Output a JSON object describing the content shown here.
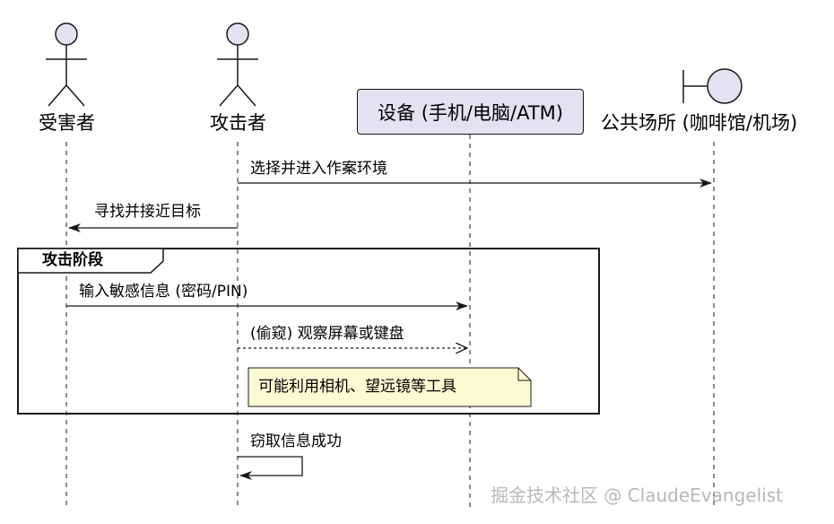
{
  "participants": {
    "victim": "受害者",
    "attacker": "攻击者",
    "device": "设备 (手机/电脑/ATM)",
    "public_place": "公共场所 (咖啡馆/机场)"
  },
  "messages": [
    "选择并进入作案环境",
    "寻找并接近目标",
    "输入敏感信息 (密码/PIN)",
    "(偷窥) 观察屏幕或键盘",
    "窃取信息成功"
  ],
  "fragment": {
    "label": "攻击阶段"
  },
  "note": {
    "text": "可能利用相机、望远镜等工具"
  },
  "watermark": "掘金技术社区 @ ClaudeEvangelist",
  "colors": {
    "actor_fill": "#e2e2f0",
    "line": "#181818",
    "note_fill": "#fbfbd2",
    "watermark": "#b8b8b8"
  }
}
